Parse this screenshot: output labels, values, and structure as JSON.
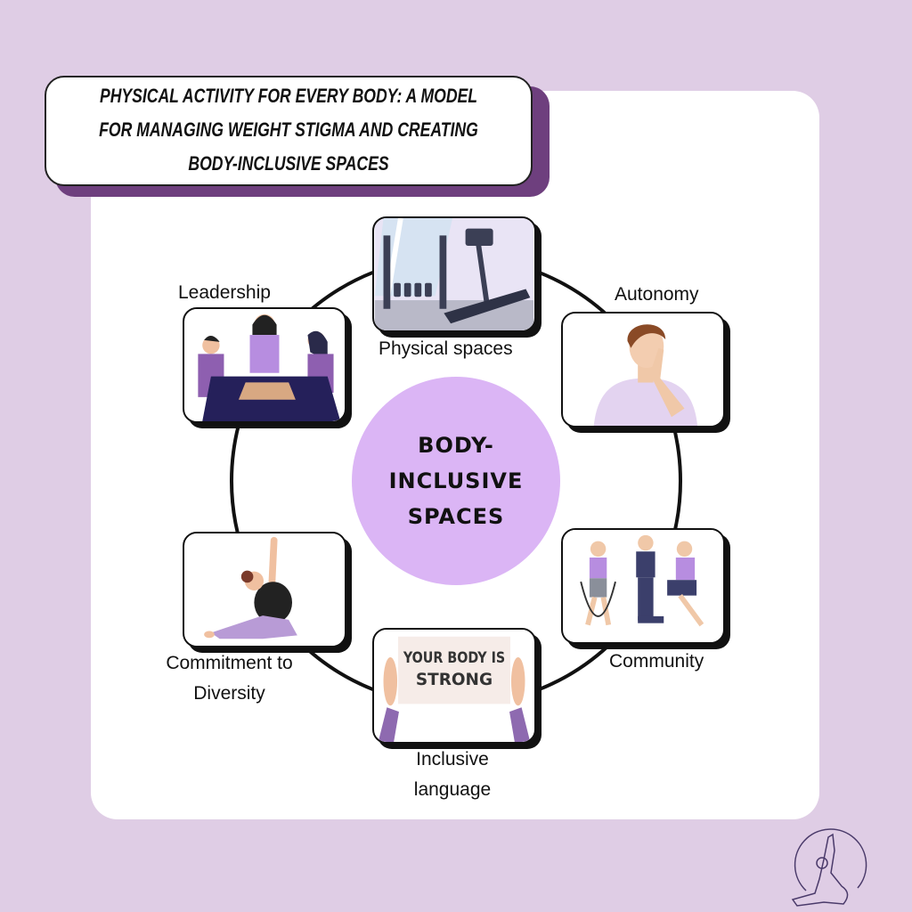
{
  "title": {
    "lines": [
      "PHYSICAL ACTIVITY FOR EVERY BODY: A MODEL",
      "FOR MANAGING WEIGHT STIGMA AND CREATING",
      "BODY-INCLUSIVE SPACES"
    ]
  },
  "center": {
    "lines": [
      "BODY-",
      "INCLUSIVE",
      "SPACES"
    ]
  },
  "nodes": [
    {
      "label": "Physical spaces",
      "icon": "gym-treadmill-illustration"
    },
    {
      "label": "Autonomy",
      "icon": "thinking-man-illustration"
    },
    {
      "label": "Community",
      "icon": "group-exercise-illustration"
    },
    {
      "label_lines": [
        "Inclusive",
        "language"
      ],
      "icon": "sign-illustration",
      "sign_text": [
        "YOUR BODY IS",
        "STRONG"
      ]
    },
    {
      "label_lines": [
        "Commitment to",
        "Diversity"
      ],
      "icon": "yoga-pose-illustration"
    },
    {
      "label": "Leadership",
      "icon": "meeting-illustration"
    }
  ],
  "colors": {
    "background": "#dfcde5",
    "accent": "#6e3f7e",
    "hub": "#dbb5f5"
  }
}
